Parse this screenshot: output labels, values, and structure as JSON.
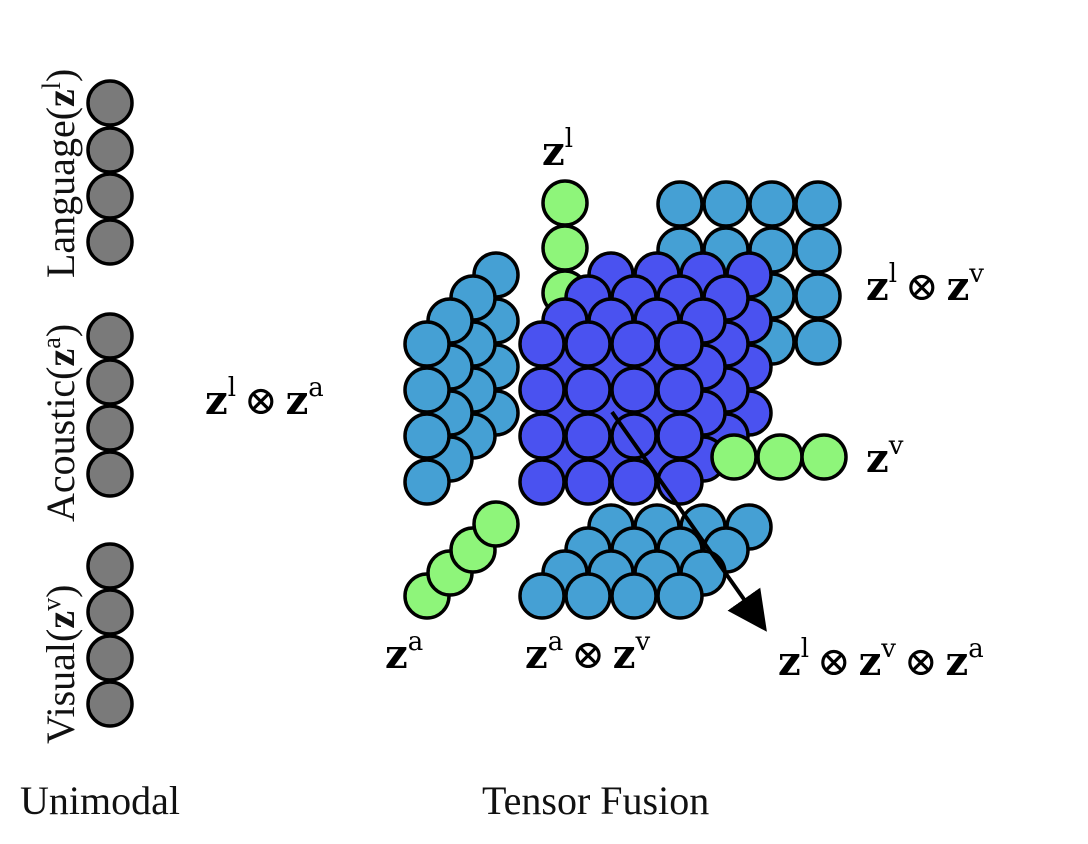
{
  "colors": {
    "unimodal": "#7a7a7a",
    "modality": "#8ef57a",
    "bimodal": "#45a0d4",
    "trimodal": "#4a52f0",
    "stroke": "#000000"
  },
  "captions": {
    "unimodal": "Unimodal",
    "tensor_fusion": "Tensor Fusion"
  },
  "side_labels": {
    "language": {
      "name": "Language",
      "open": "(",
      "var": "z",
      "sup": "l",
      "close": ")"
    },
    "acoustic": {
      "name": "Acoustic",
      "open": "(",
      "var": "z",
      "sup": "a",
      "close": ")"
    },
    "visual": {
      "name": "Visual",
      "open": "(",
      "var": "z",
      "sup": "v",
      "close": ")"
    }
  },
  "labels": {
    "z": "z",
    "otimes": "⊗",
    "zl": {
      "sup": "l"
    },
    "zv": {
      "sup": "v"
    },
    "za": {
      "sup": "a"
    },
    "zl_zv": {
      "s1": "l",
      "s2": "v"
    },
    "zl_za": {
      "s1": "l",
      "s2": "a"
    },
    "za_zv": {
      "s1": "a",
      "s2": "v"
    },
    "zl_zv_za": {
      "s1": "l",
      "s2": "v",
      "s3": "a"
    }
  }
}
